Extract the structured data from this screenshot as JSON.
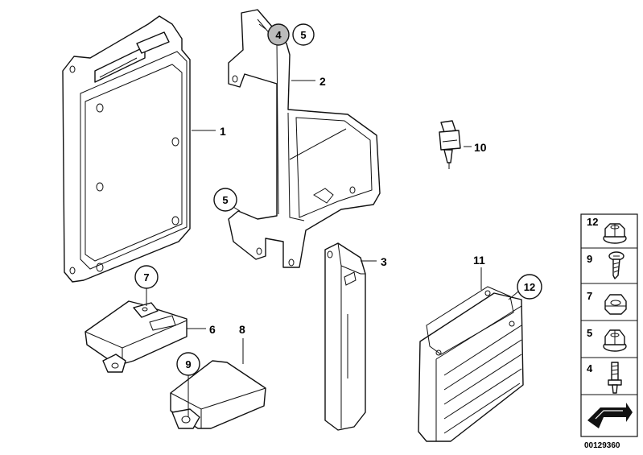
{
  "callouts": [
    {
      "label": "1"
    },
    {
      "label": "2"
    },
    {
      "label": "3"
    },
    {
      "label": "4"
    },
    {
      "label": "5"
    },
    {
      "label": "5"
    },
    {
      "label": "6"
    },
    {
      "label": "7"
    },
    {
      "label": "8"
    },
    {
      "label": "9"
    },
    {
      "label": "10"
    },
    {
      "label": "11"
    },
    {
      "label": "12"
    }
  ],
  "panel": {
    "items": [
      {
        "label": "12",
        "icon": "flange-nut-icon"
      },
      {
        "label": "9",
        "icon": "screw-icon"
      },
      {
        "label": "7",
        "icon": "hex-nut-icon"
      },
      {
        "label": "5",
        "icon": "flange-nut-icon"
      },
      {
        "label": "4",
        "icon": "stud-bolt-icon"
      }
    ]
  },
  "diagram_number": "00129360"
}
